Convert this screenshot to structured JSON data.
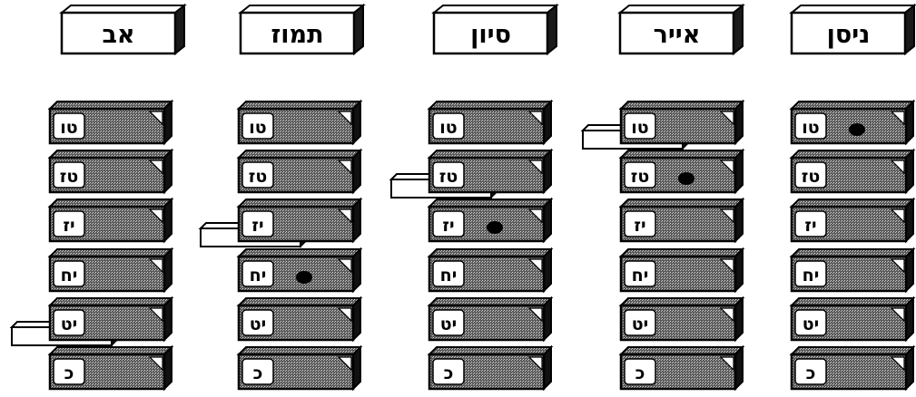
{
  "columns": [
    {
      "month": "ניסן",
      "days": [
        "טו",
        "טז",
        "יז",
        "יח",
        "יט",
        "כ"
      ],
      "pulled_out_day": null,
      "marked_day": "טו"
    },
    {
      "month": "אייר",
      "days": [
        "טו",
        "טז",
        "יז",
        "יח",
        "יט",
        "כ"
      ],
      "pulled_out_day": "טו",
      "marked_day": "טז"
    },
    {
      "month": "סיון",
      "days": [
        "טו",
        "טז",
        "יז",
        "יח",
        "יט",
        "כ"
      ],
      "pulled_out_day": "טז",
      "marked_day": "יז"
    },
    {
      "month": "תמוז",
      "days": [
        "טו",
        "טז",
        "יז",
        "יח",
        "יט",
        "כ"
      ],
      "pulled_out_day": "יז",
      "marked_day": "יח"
    },
    {
      "month": "אב",
      "days": [
        "טו",
        "טז",
        "יז",
        "יח",
        "יט",
        "כ"
      ],
      "pulled_out_day": "יט",
      "marked_day": null
    }
  ]
}
